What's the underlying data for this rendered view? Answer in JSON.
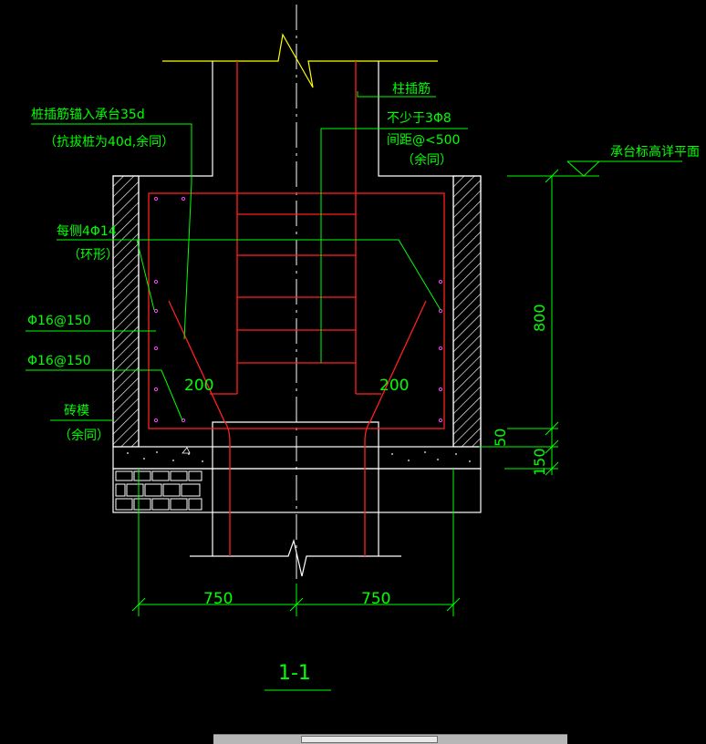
{
  "drawing": {
    "section_title": "1-1",
    "labels": {
      "pile_anchor_line1": "桩插筋锚入承台35d",
      "pile_anchor_line2": "（抗拔桩为40d,余同）",
      "column_dowel": "柱插筋",
      "min_bars_line1": "不少于3Φ8",
      "min_bars_line2": "间距@<500",
      "min_bars_line3": "（余同）",
      "each_side_line1": "每侧4Φ14",
      "each_side_line2": "（环形）",
      "bar_upper": "Φ16@150",
      "bar_lower": "Φ16@150",
      "brick_mold_line1": "砖模",
      "brick_mold_line2": "（余同）",
      "cap_top_plane": "承台标高详平面",
      "anchor_left": "200",
      "anchor_right": "200"
    },
    "dimensions": {
      "height_800": "800",
      "height_50": "50",
      "height_150": "150",
      "width_left": "750",
      "width_right": "750"
    },
    "colors": {
      "background": "#000000",
      "outline": "#ffffff",
      "rebar": "#ff2020",
      "leader": "#00ff00",
      "text": "#00ff00",
      "column_line": "#ffff00",
      "markers": "#ff00ff"
    }
  }
}
